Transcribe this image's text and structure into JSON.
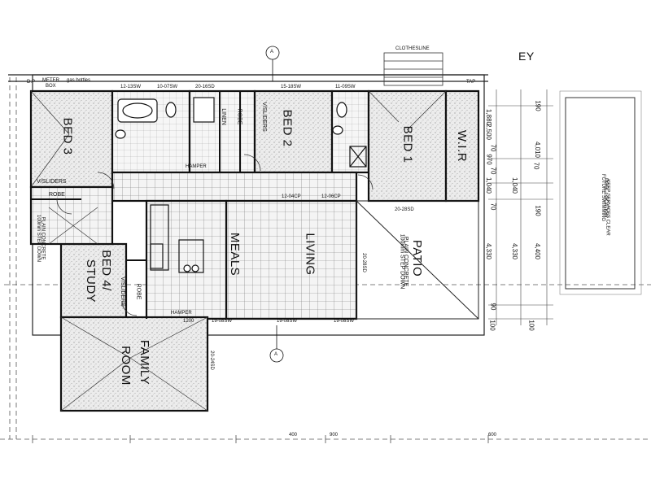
{
  "rooms": {
    "bed1": "BED 1",
    "bed2": "BED 2",
    "bed3": "BED 3",
    "bed4": "BED 4/",
    "study": "STUDY",
    "living": "LIVING",
    "meals": "MEALS",
    "patio": "PATIO",
    "patio_note1": "PLAIN CONCRETE",
    "patio_note2": "100mm STEP DOWN",
    "family": "FAMILY",
    "room": "ROOM",
    "wir": "W.I.R",
    "robe1": "ROBE",
    "robe2": "ROBE",
    "robe3": "ROBE",
    "linen": "LINEN",
    "vsliders1": "V/SLIDERS",
    "vsliders2": "V/SLIDERS",
    "vsliders3": "V/SLIDERS",
    "bed4_plain1": "PLAIN CONCRETE",
    "bed4_plain2": "100mm STEP DOWN"
  },
  "windows": {
    "w1": "12-13SW",
    "w2": "10-07SW",
    "w3": "20-16SD",
    "w4": "15-18SW",
    "w5": "11-09SW",
    "w6": "12-04CP",
    "w7": "12-06CP",
    "w8": "20-28SD",
    "w9": "20-28SD",
    "w10": "19-08SW",
    "w11": "19-08SW",
    "w12": "19-08SW",
    "w13": "20-24SD",
    "w14": "1200"
  },
  "notes": {
    "meter": "METER",
    "box": "BOX",
    "gas": "gas bottles",
    "clothesline": "CLOTHESLINE",
    "tap": "TAP",
    "dp": "D.P",
    "ey": "EY",
    "hamper1": "HAMPER",
    "hamper2": "HAMPER",
    "pool1": "FUTURE SWIMMING",
    "pool2": "POOL LOCATION",
    "pool3": "KEEP SERVICES CLEAR",
    "section_top": "A",
    "section_bot": "A"
  },
  "dimensions": {
    "d1": "1,880",
    "d2": "2,500",
    "d3": "70",
    "d4": "970",
    "d5": "70",
    "d6": "1,040",
    "d7": "70",
    "d8": "4,330",
    "d9": "90",
    "d10": "100",
    "d11": "190",
    "d12": "4,010",
    "d13": "70",
    "d14": "1,040",
    "d15": "190",
    "d16": "4,330",
    "d17": "4,400",
    "d18": "100"
  },
  "bottom_dims": [
    "400",
    "900",
    "600"
  ]
}
